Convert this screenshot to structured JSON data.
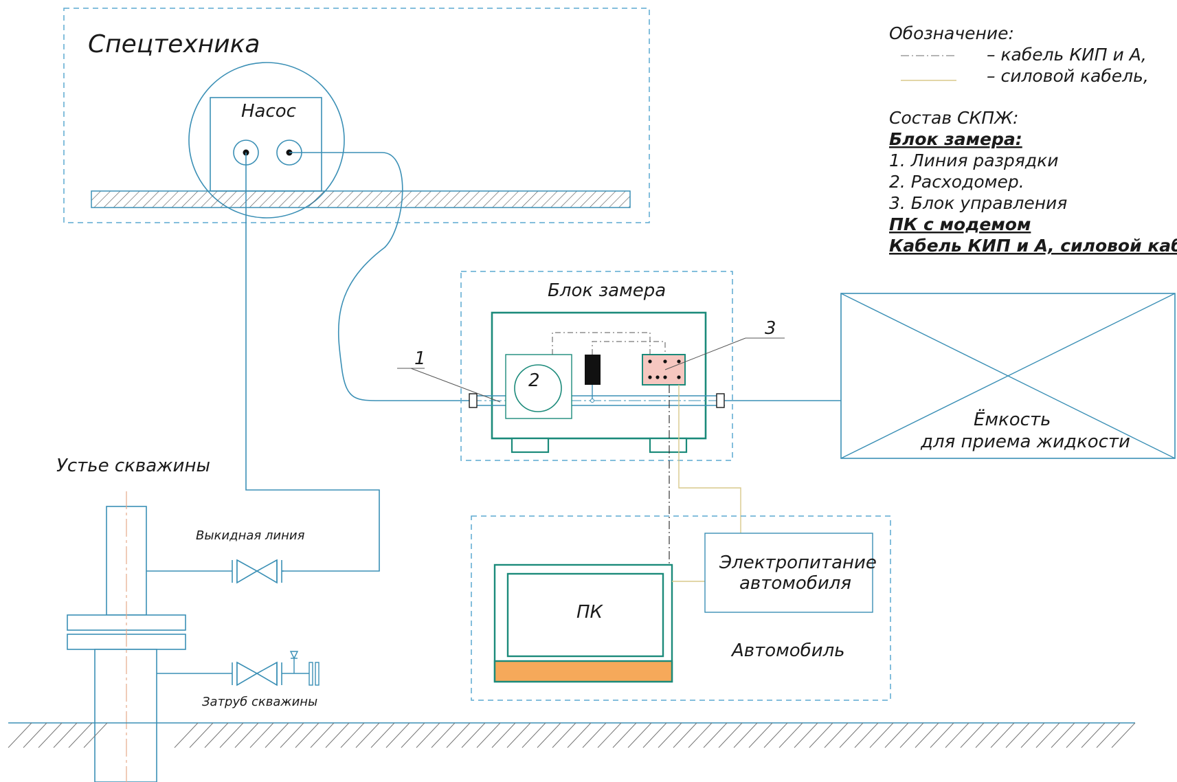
{
  "spectech": {
    "title": "Спецтехника",
    "pump_label": "Насос"
  },
  "wellhead": {
    "title": "Устье скважины",
    "outlet_line": "Выкидная линия",
    "annulus": "Затруб скважины"
  },
  "measure_block": {
    "title": "Блок замера",
    "callout_1": "1",
    "callout_2": "2",
    "callout_3": "3"
  },
  "tank": {
    "line1": "Ёмкость",
    "line2": "для приема жидкости"
  },
  "car": {
    "title": "Автомобиль",
    "pc_label": "ПК",
    "power_line1": "Электропитание",
    "power_line2": "автомобиля"
  },
  "legend": {
    "header": "Обозначение:",
    "items": [
      "– кабель КИП и А,",
      "– силовой кабель,"
    ]
  },
  "composition": {
    "header": "Состав СКПЖ:",
    "block_title": "Блок замера:",
    "items": [
      "1. Линия разрядки",
      "2. Расходомер.",
      "3. Блок управления"
    ],
    "pc": "ПК с модемом",
    "cables": "Кабель КИП и А, силовой кабель"
  },
  "colors": {
    "pipe": "#3a8fb5",
    "dashed_frame": "#5aa9d0",
    "equipment": "#1b8a7a",
    "power_cable": "#d9c98a",
    "control_block": "#f6c7c0",
    "pc_base": "#f6a95a",
    "ink": "#1a1a1a"
  }
}
